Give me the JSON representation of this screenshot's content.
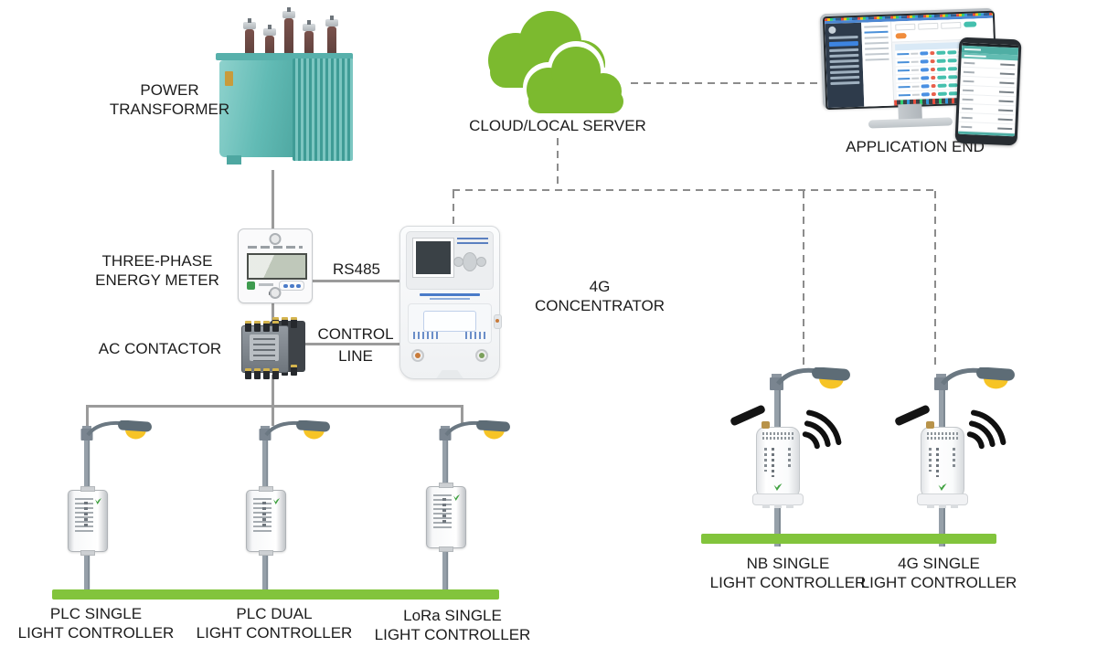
{
  "nodes": {
    "transformer": {
      "line1": "POWER",
      "line2": "TRANSFORMER"
    },
    "cloud": {
      "label": "CLOUD/LOCAL SERVER"
    },
    "application": {
      "label": "APPLICATION END"
    },
    "meter": {
      "line1": "THREE-PHASE",
      "line2": "ENERGY METER"
    },
    "concentrator": {
      "line1": "4G",
      "line2": "CONCENTRATOR"
    },
    "contactor": {
      "label": "AC CONTACTOR"
    }
  },
  "links": {
    "rs485": {
      "label": "RS485"
    },
    "control": {
      "line1": "CONTROL",
      "line2": "LINE"
    }
  },
  "controllers": {
    "plc_single": {
      "line1": "PLC SINGLE",
      "line2": "LIGHT CONTROLLER"
    },
    "plc_dual": {
      "line1": "PLC DUAL",
      "line2": "LIGHT CONTROLLER"
    },
    "lora_single": {
      "line1": "LoRa SINGLE",
      "line2": "LIGHT CONTROLLER"
    },
    "nb_single": {
      "line1": "NB SINGLE",
      "line2": "LIGHT CONTROLLER"
    },
    "g4_single": {
      "line1": "4G SINGLE",
      "line2": "LIGHT CONTROLLER"
    }
  },
  "colors": {
    "cloud_green": "#7CBA2F",
    "ground_green": "#82C43C",
    "transformer_teal": "#62BBB5",
    "lamp_yellow": "#F6C426",
    "solid_line_gray": "#9B9B9B",
    "dashed_line_gray": "#8C8C8C",
    "label_black": "#1C1C1C"
  }
}
